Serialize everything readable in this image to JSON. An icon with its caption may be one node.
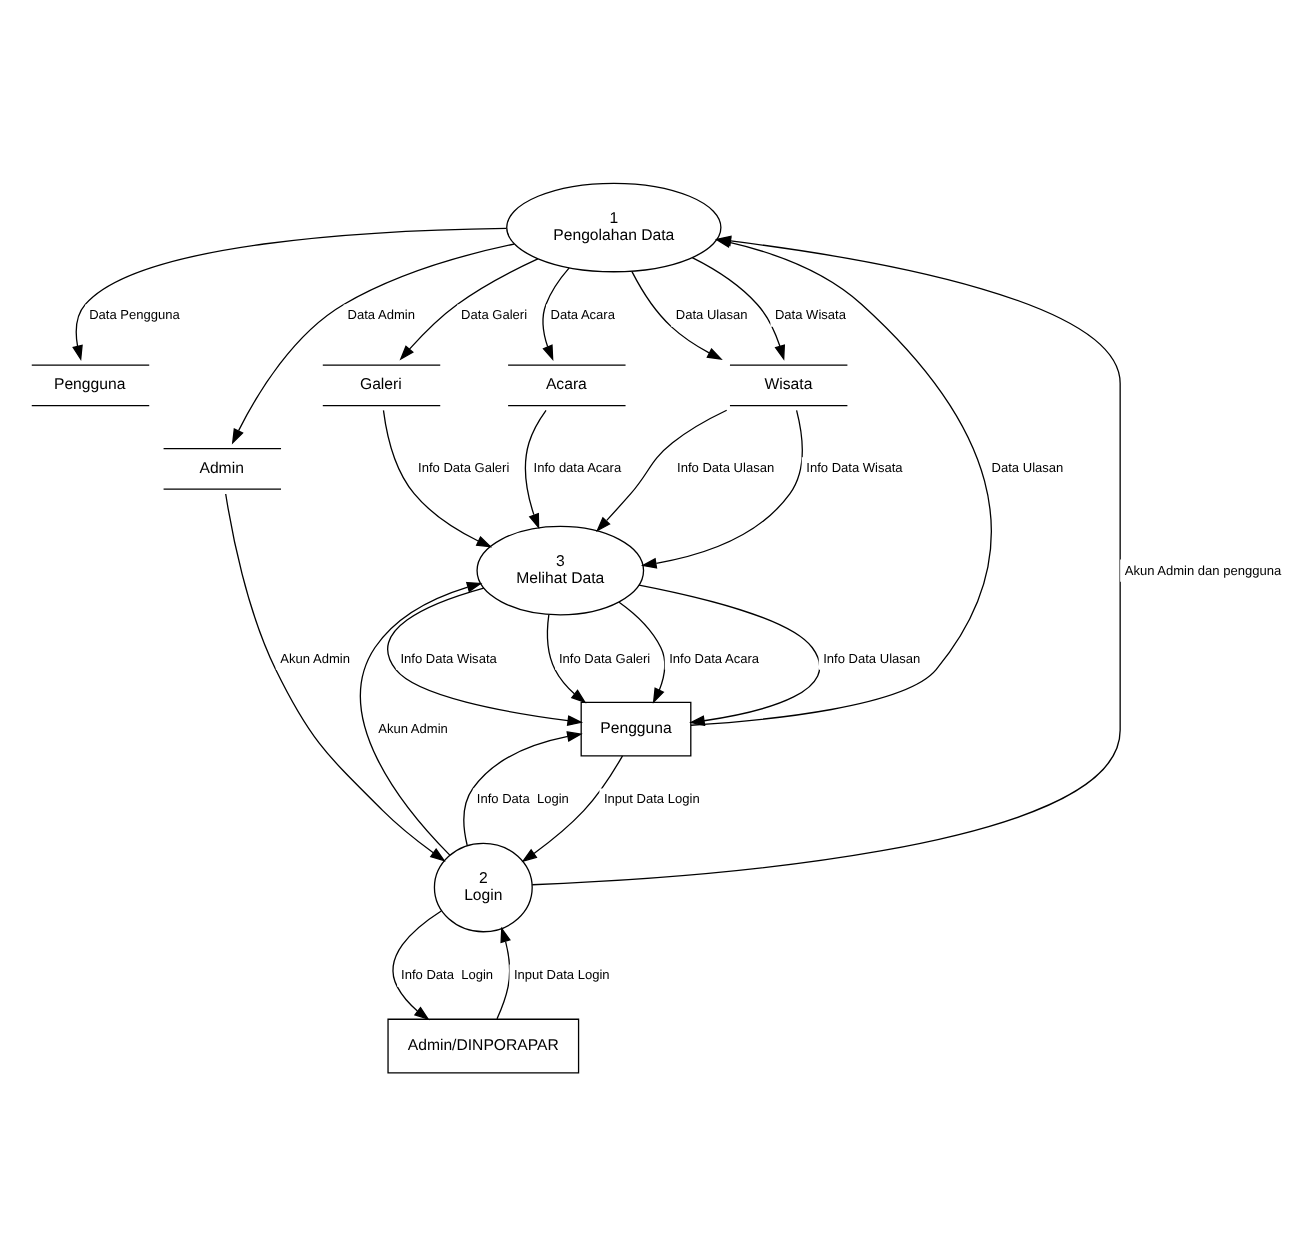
{
  "diagram": {
    "nodes": [
      {
        "text": [
          "1",
          "Pengolahan Data"
        ]
      },
      {
        "text": [
          "Pengguna"
        ]
      },
      {
        "text": [
          "Acara"
        ]
      },
      {
        "text": [
          "Admin"
        ]
      },
      {
        "text": [
          "2",
          "Login"
        ]
      },
      {
        "text": [
          "Admin/DINPORAPAR"
        ]
      },
      {
        "text": [
          "Wisata"
        ]
      },
      {
        "text": [
          "Pengguna"
        ]
      },
      {
        "text": [
          "3",
          "Melihat Data"
        ]
      },
      {
        "text": [
          "Galeri"
        ]
      }
    ],
    "edges": [
      {
        "from": 0,
        "to": 9,
        "arrow": "to",
        "label": "Data Galeri"
      },
      {
        "from": 7,
        "to": 0,
        "arrow": "to",
        "label": "Data Ulasan"
      },
      {
        "from": 0,
        "to": 1,
        "arrow": "to",
        "label": "Data Pengguna"
      },
      {
        "from": 0,
        "to": 2,
        "arrow": "to",
        "label": "Data Acara"
      },
      {
        "from": 0,
        "to": 6,
        "arrow": "to",
        "label": "Data Ulasan"
      },
      {
        "from": 0,
        "to": 3,
        "arrow": "to",
        "label": "Data Admin"
      },
      {
        "from": 0,
        "to": 6,
        "arrow": "to",
        "label": "Data Wisata"
      },
      {
        "from": 4,
        "to": 0,
        "arrow": "to",
        "label": "Akun Admin dan pengguna"
      },
      {
        "from": 7,
        "to": 4,
        "arrow": "to",
        "label": "Input Data Login"
      },
      {
        "from": 4,
        "to": 7,
        "arrow": "to",
        "label": "Info Data  Login"
      },
      {
        "from": 5,
        "to": 4,
        "arrow": "to",
        "label": "Input Data Login"
      },
      {
        "from": 4,
        "to": 5,
        "arrow": "to",
        "label": "Info Data  Login"
      },
      {
        "from": 3,
        "to": 4,
        "arrow": "to",
        "label": "Akun Admin"
      },
      {
        "from": 4,
        "to": 8,
        "arrow": "to",
        "label": "Akun Admin"
      },
      {
        "from": 2,
        "to": 8,
        "arrow": "to",
        "label": "Info data Acara"
      },
      {
        "from": 8,
        "to": 7,
        "arrow": "to",
        "label": "Info Data Ulasan"
      },
      {
        "from": 8,
        "to": 7,
        "arrow": "to",
        "label": "Info Data Wisata"
      },
      {
        "from": 8,
        "to": 7,
        "arrow": "to",
        "label": "Info Data Galeri"
      },
      {
        "from": 8,
        "to": 7,
        "arrow": "to",
        "label": "Info Data Acara"
      },
      {
        "from": 6,
        "to": 8,
        "arrow": "to",
        "label": "Info Data Wisata"
      },
      {
        "from": 6,
        "to": 8,
        "arrow": "to",
        "label": "Info Data Ulasan"
      },
      {
        "from": 9,
        "to": 8,
        "arrow": "to",
        "label": "Info Data Galeri"
      }
    ]
  }
}
